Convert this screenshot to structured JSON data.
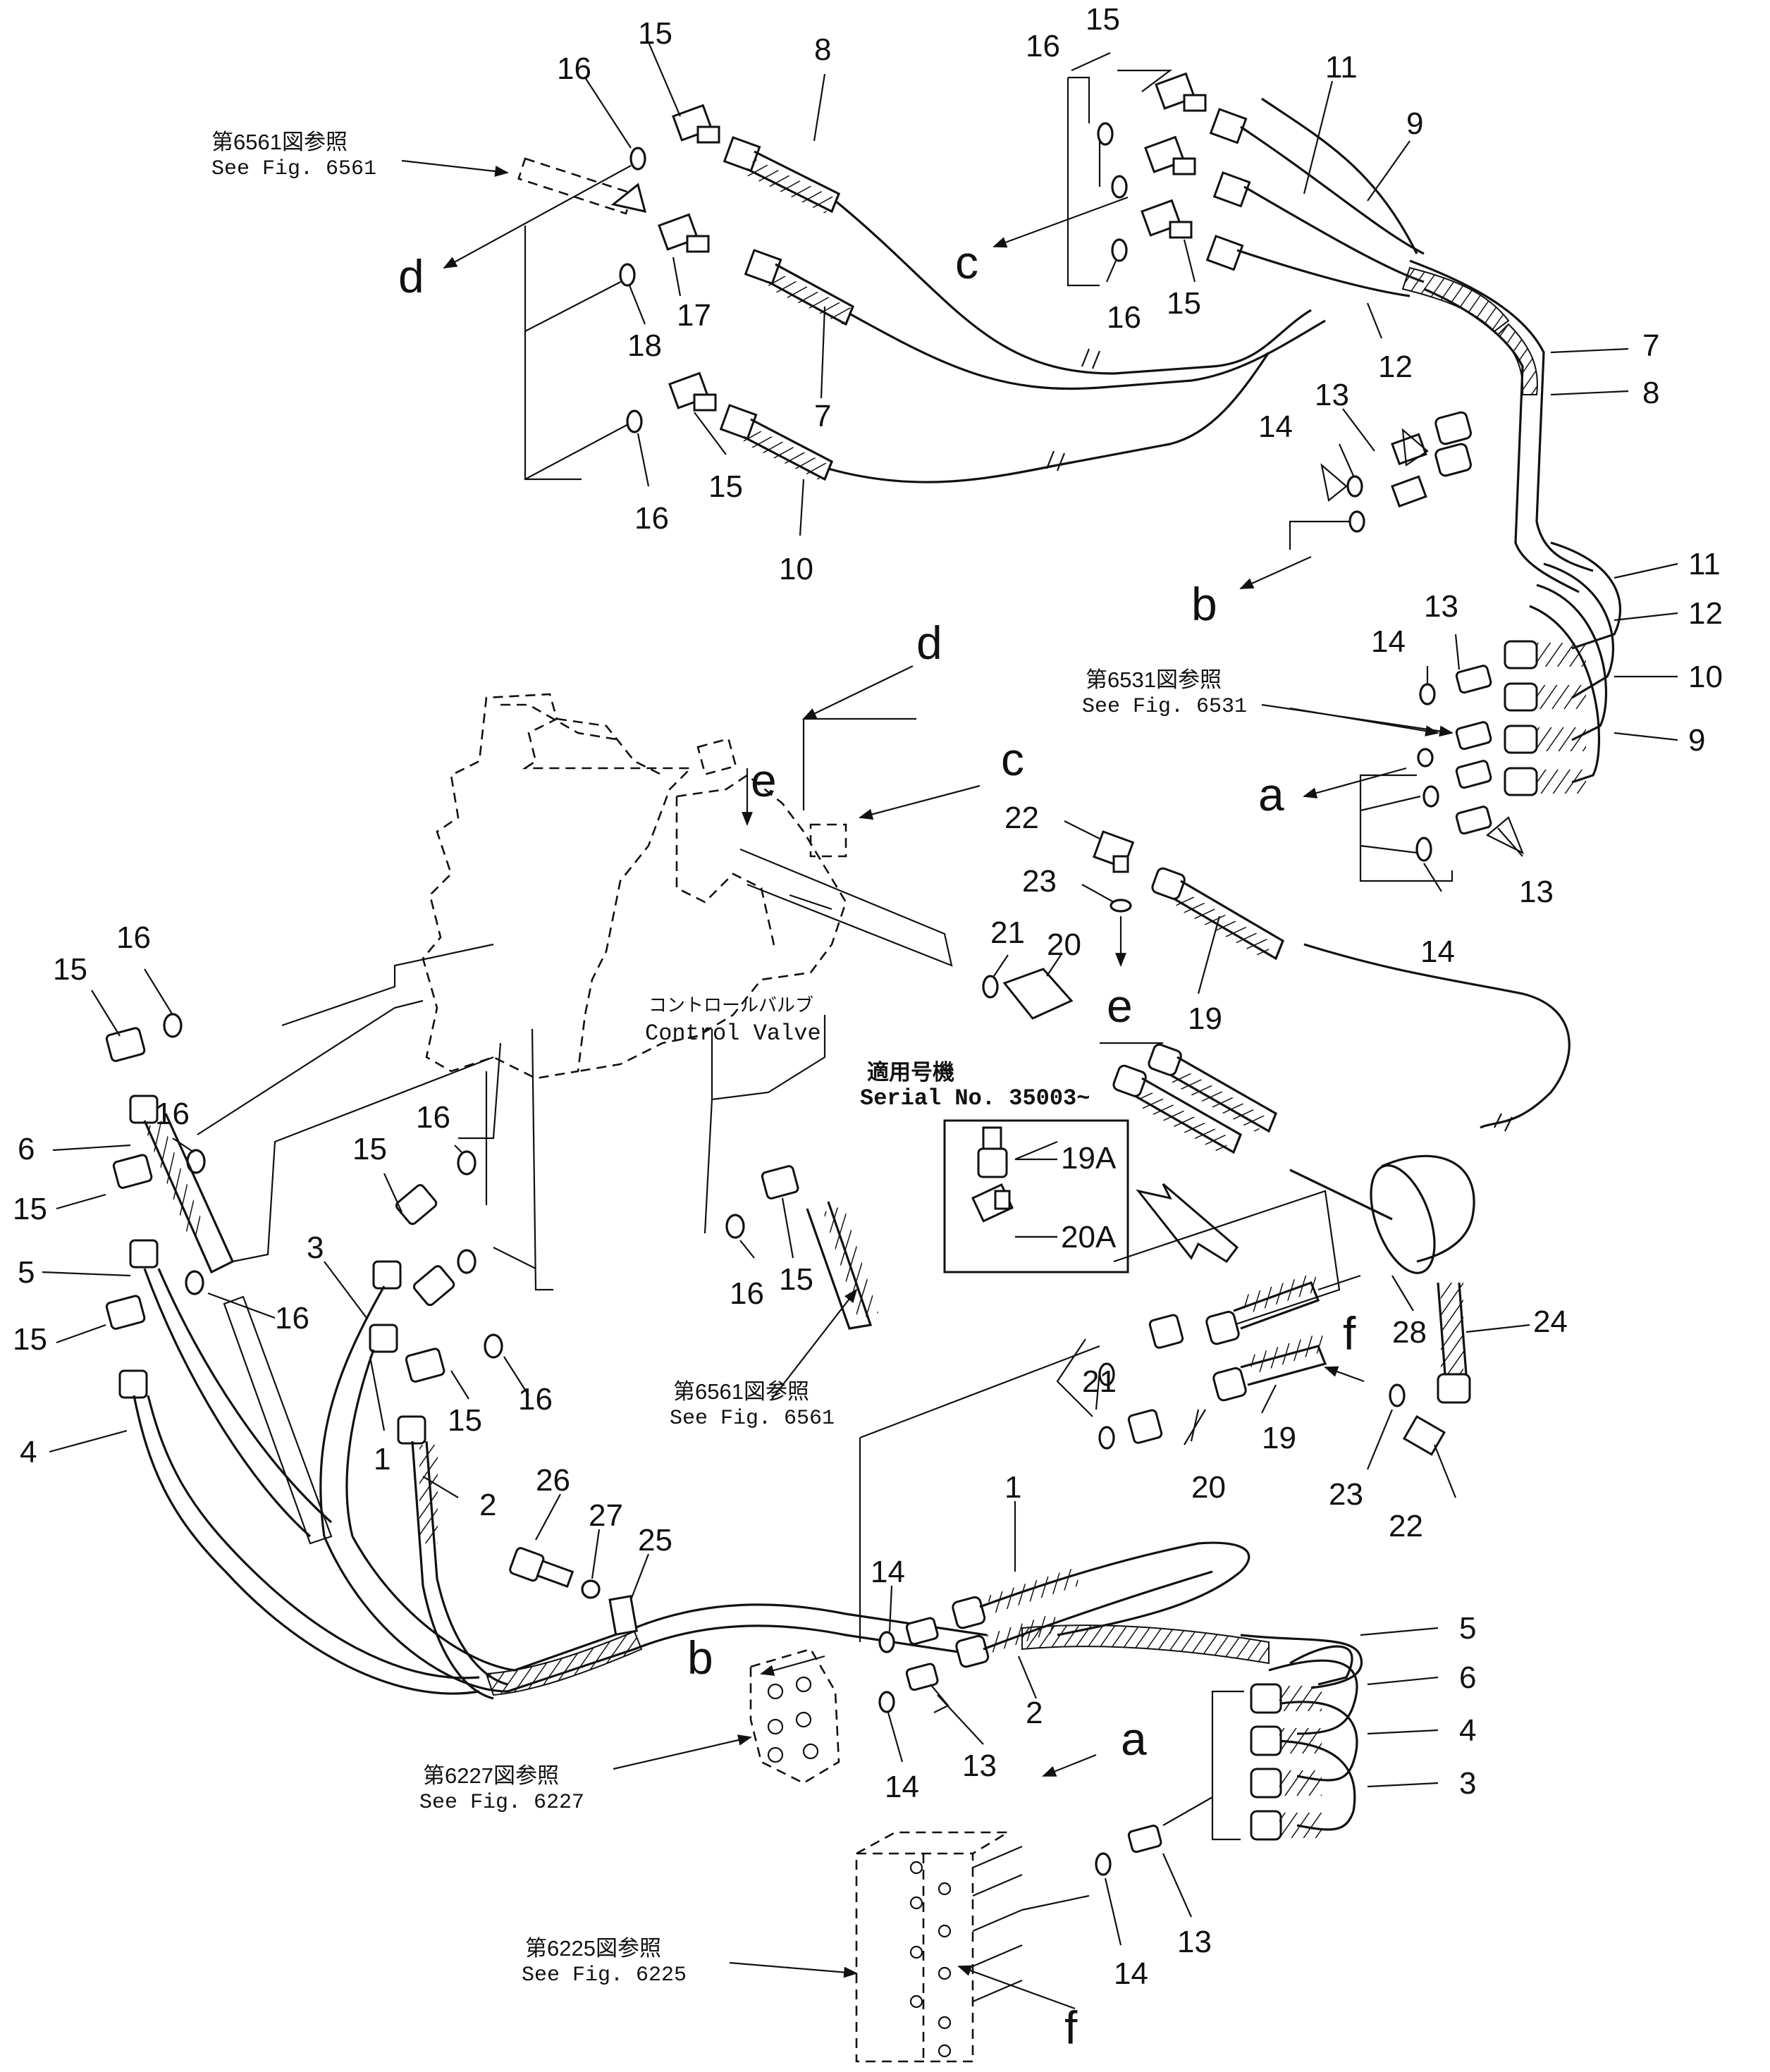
{
  "numbers": {
    "n15_top_left": "15",
    "n8_top": "8",
    "n16_top_left": "16",
    "n17": "17",
    "n18": "18",
    "n7_top": "7",
    "n15_mid_left": "15",
    "n16_mid_left": "16",
    "n10_top": "10",
    "n15_top_right": "15",
    "n16_top_right": "16",
    "n11_top": "11",
    "n9_top": "9",
    "n16_c": "16",
    "n15_c": "15",
    "n12_top": "12",
    "n7_right": "7",
    "n8_right": "8",
    "n13_b": "13",
    "n14_b": "14",
    "n11_right": "11",
    "n12_right": "12",
    "n10_right": "10",
    "n9_right": "9",
    "n13_a_top": "13",
    "n14_a_top": "14",
    "n13_a_bot": "13",
    "n14_a_bot": "14",
    "n22_top": "22",
    "n23_top": "23",
    "n21_top": "21",
    "n20_top": "20",
    "n19_top": "19",
    "n16_l1": "16",
    "n15_l1": "15",
    "n16_l2": "16",
    "n6": "6",
    "n15_l2": "15",
    "n5": "5",
    "n15_l3": "15",
    "n16_l3": "16",
    "n4": "4",
    "n3": "3",
    "n15_m1": "15",
    "n16_m1": "16",
    "n1_left": "1",
    "n2_left": "2",
    "n15_m2": "15",
    "n16_m2": "16",
    "n16_vc": "16",
    "n15_vc": "15",
    "n19A": "19A",
    "n20A": "20A",
    "n21_bot": "21",
    "n20_bot": "20",
    "n19_bot": "19",
    "n28": "28",
    "n24": "24",
    "n23_bot": "23",
    "n22_bot": "22",
    "n26": "26",
    "n27": "27",
    "n25": "25",
    "n1_bot": "1",
    "n14_bb1": "14",
    "n2_bot": "2",
    "n13_bb": "13",
    "n14_bb2": "14",
    "n5_r": "5",
    "n6_r": "6",
    "n4_r": "4",
    "n3_r": "3",
    "n13_bot": "13",
    "n14_bot": "14"
  },
  "letters": {
    "d_left": "d",
    "c_top": "c",
    "b_right": "b",
    "d_mid": "d",
    "c_mid": "c",
    "a_right": "a",
    "e_valve": "e",
    "e_mid": "e",
    "f_mid": "f",
    "b_bot": "b",
    "a_bot": "a",
    "f_bot": "f"
  },
  "refs": {
    "fig6561_top_jp": "第6561図参照",
    "fig6561_top_en": "See Fig. 6561",
    "fig6531_jp": "第6531図参照",
    "fig6531_en": "See Fig. 6531",
    "control_valve_jp": "コントロールバルブ",
    "control_valve_en": "Control Valve",
    "serial_jp": "適用号機",
    "serial_en": "Serial No. 35003~",
    "fig6561_mid_jp": "第6561図参照",
    "fig6561_mid_en": "See Fig. 6561",
    "fig6227_jp": "第6227図参照",
    "fig6227_en": "See Fig. 6227",
    "fig6225_jp": "第6225図参照",
    "fig6225_en": "See Fig. 6225"
  }
}
